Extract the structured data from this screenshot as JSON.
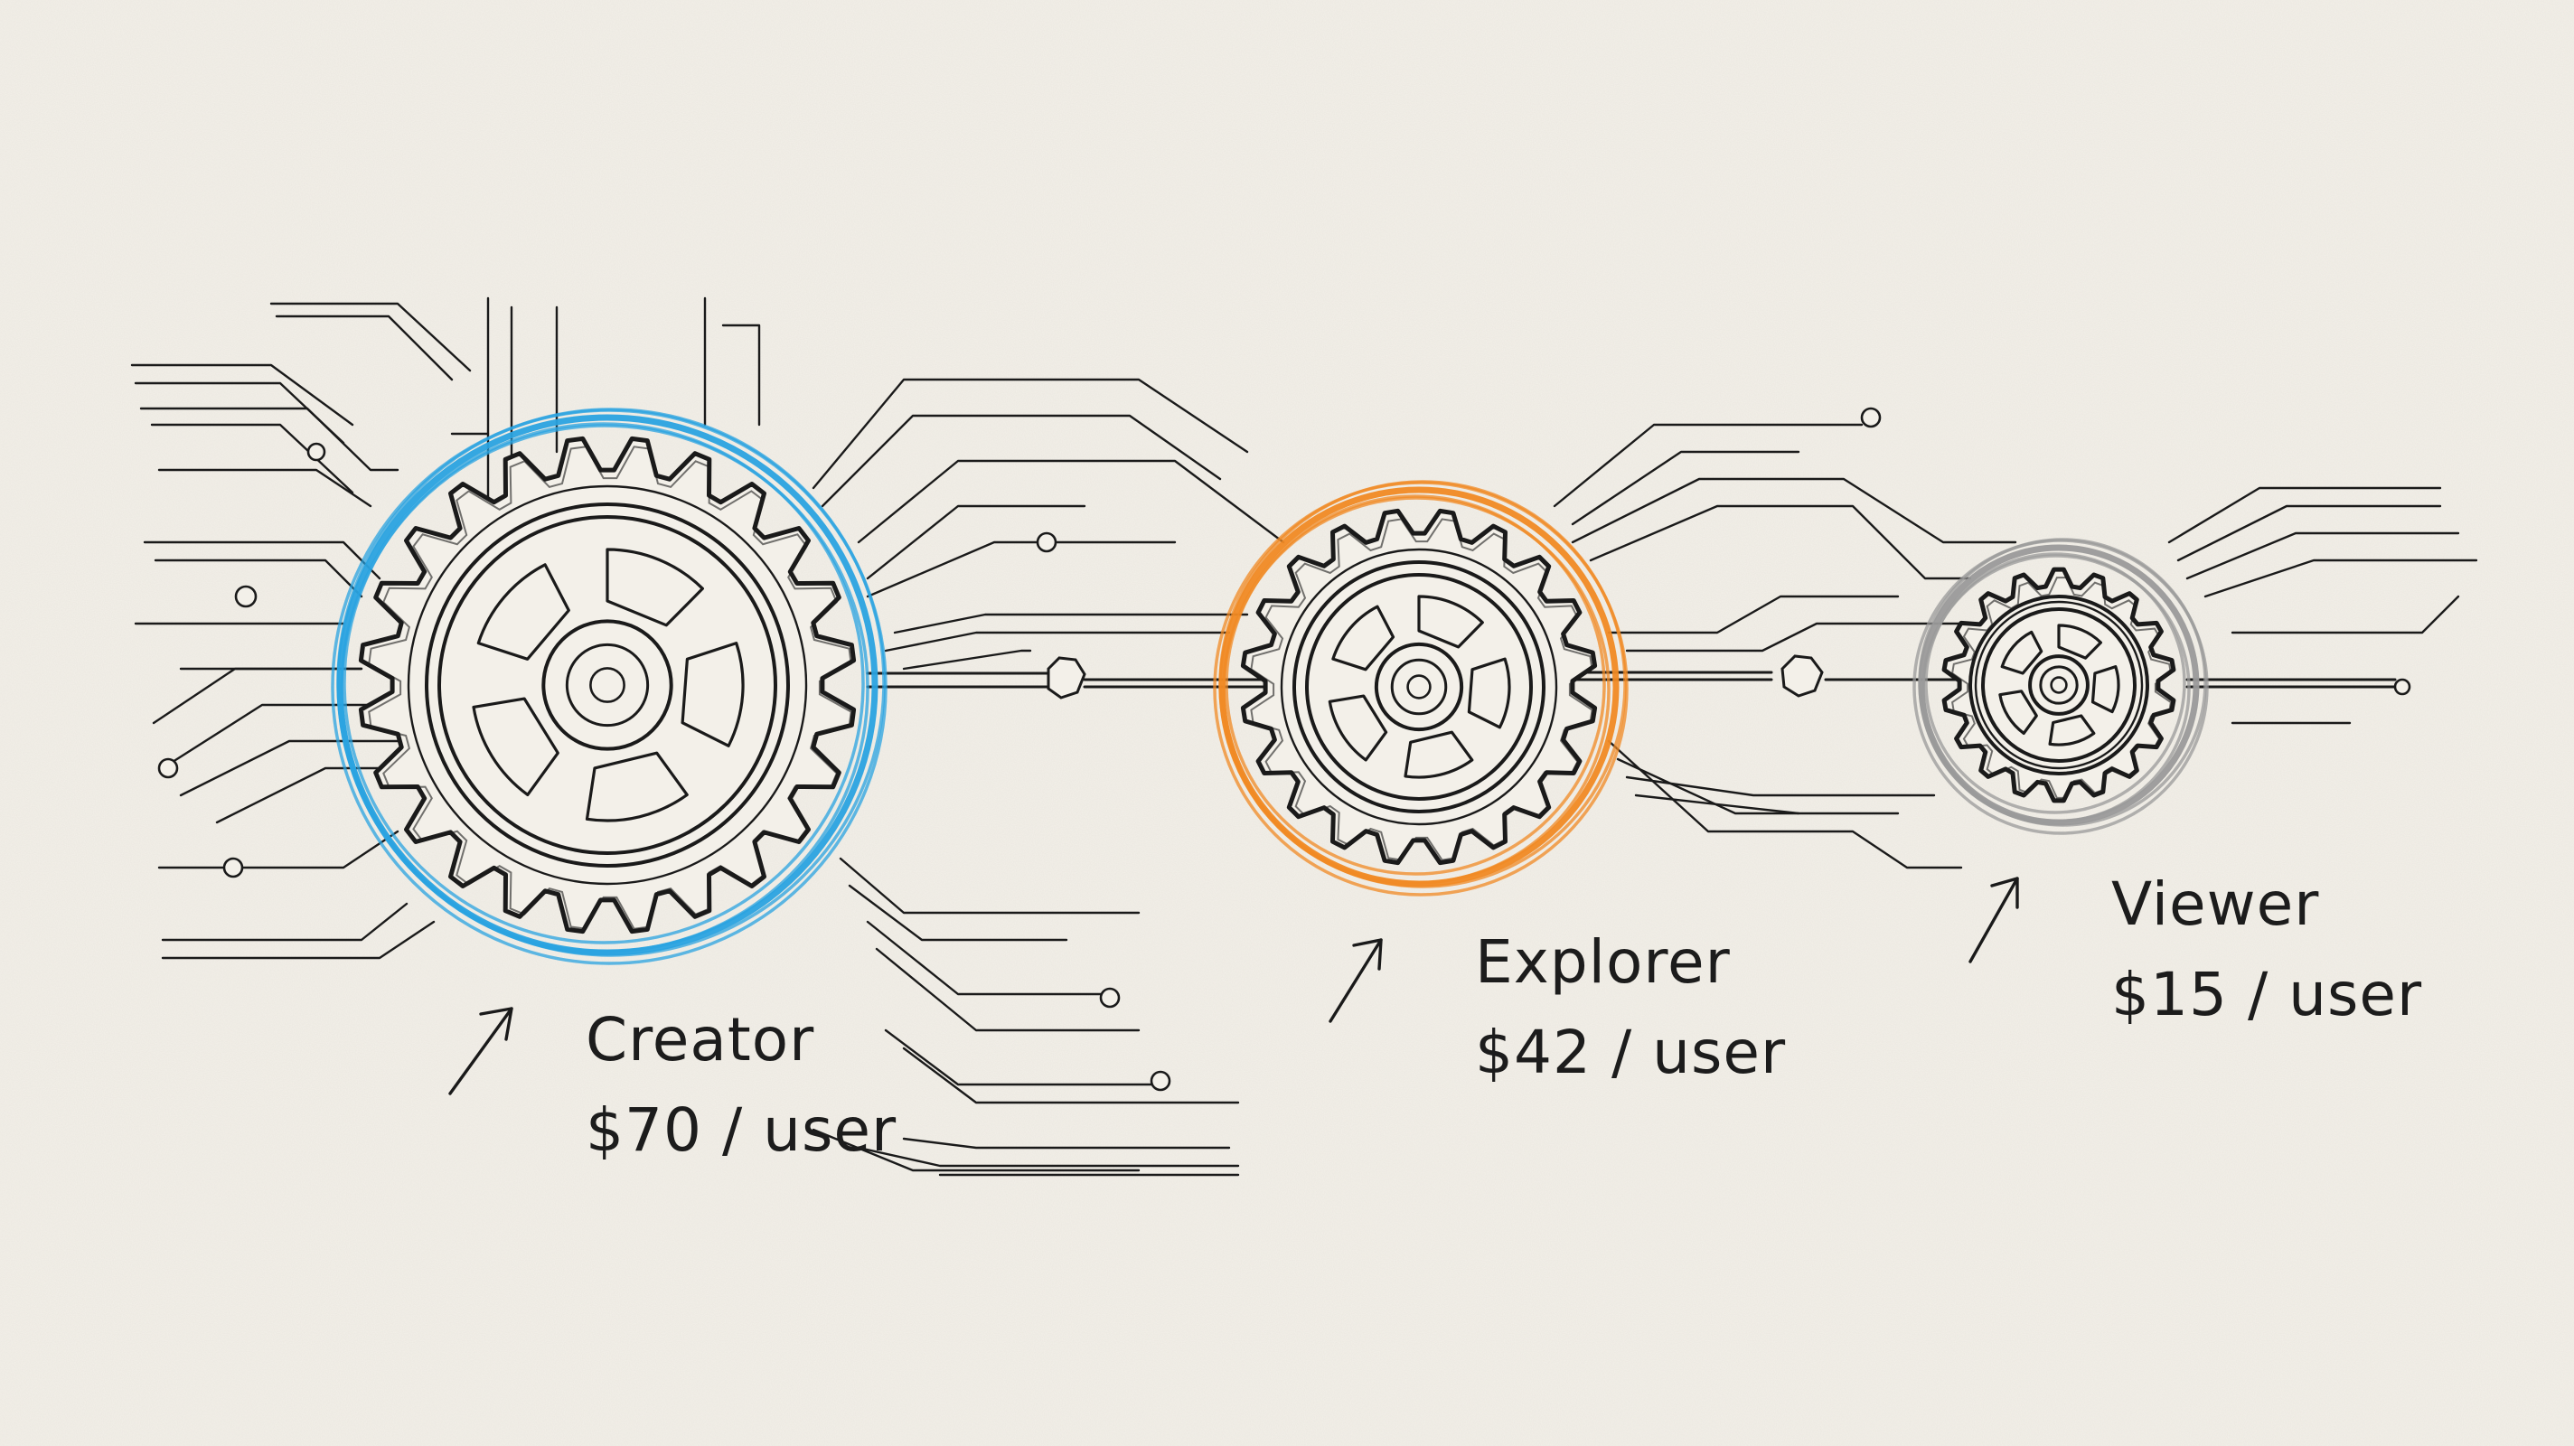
{
  "tiers": [
    {
      "name": "Creator",
      "price": "$70 / user",
      "color": "#2aa3e0",
      "gear": "large-gear-icon"
    },
    {
      "name": "Explorer",
      "price": "$42 / user",
      "color": "#f08a24",
      "gear": "medium-gear-icon"
    },
    {
      "name": "Viewer",
      "price": "$15 / user",
      "color": "#9a9a9a",
      "gear": "small-gear-icon"
    }
  ],
  "ink_color": "#1a1a1a",
  "paper_color": "#f3f0e9"
}
